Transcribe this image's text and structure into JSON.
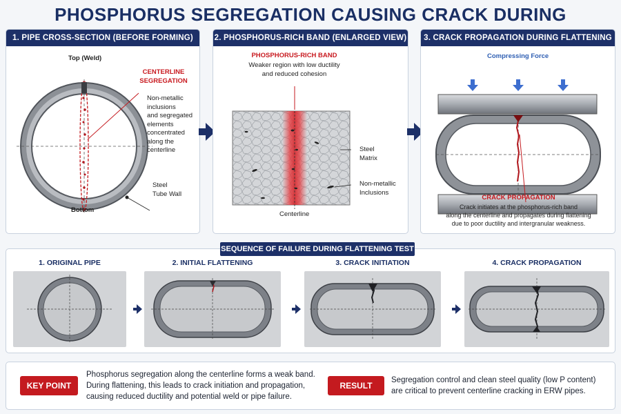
{
  "title": "PHOSPHORUS SEGREGATION CAUSING CRACK DURING FLATTENING TEST",
  "panels": [
    {
      "heading": "1. PIPE CROSS-SECTION (BEFORE FORMING)",
      "top_label": "Top (Weld)",
      "bottom_label": "Bottom",
      "segregation_label_1": "CENTERLINE",
      "segregation_label_2": "SEGREGATION",
      "inclusion_lines": [
        "Non-metallic",
        "inclusions",
        "and segregated",
        "elements",
        "concentrated",
        "along the",
        "centerline"
      ],
      "wall_lines": [
        "Steel",
        "Tube Wall"
      ]
    },
    {
      "heading": "2. PHOSPHORUS-RICH BAND (ENLARGED VIEW)",
      "band_label": "PHOSPHORUS-RICH BAND",
      "band_desc_lines": [
        "Weaker region with low ductility",
        "and reduced cohesion"
      ],
      "matrix_lines": [
        "Steel",
        "Matrix"
      ],
      "inclusions_lines": [
        "Non-metallic",
        "Inclusions"
      ],
      "centerline_label": "Centerline"
    },
    {
      "heading": "3. CRACK PROPAGATION DURING FLATTENING",
      "force_label": "Compressing Force",
      "crack_label": "CRACK PROPAGATION",
      "crack_desc_lines": [
        "Crack initiates at the phosphorus-rich band",
        "along the centerline and propagates during flattening",
        "due to poor ductility and intergranular weakness."
      ]
    }
  ],
  "sequence": {
    "heading": "SEQUENCE OF FAILURE DURING FLATTENING TEST",
    "steps": [
      "1. ORIGINAL PIPE",
      "2. INITIAL FLATTENING",
      "3. CRACK INITIATION",
      "4. CRACK PROPAGATION"
    ]
  },
  "key_point": {
    "badge": "KEY POINT",
    "lines": [
      "Phosphorus segregation along the centerline forms a weak band.",
      "During flattening, this leads to crack initiation and propagation,",
      "causing reduced ductility and potential weld or pipe failure."
    ]
  },
  "result": {
    "badge": "RESULT",
    "lines": [
      "Segregation control and clean steel quality (low P content)",
      "are critical to prevent centerline cracking in ERW pipes."
    ]
  },
  "colors": {
    "navy": "#1d3068",
    "red": "#c41a1f",
    "steel": "#8a8f96",
    "band": "#e8383d"
  }
}
